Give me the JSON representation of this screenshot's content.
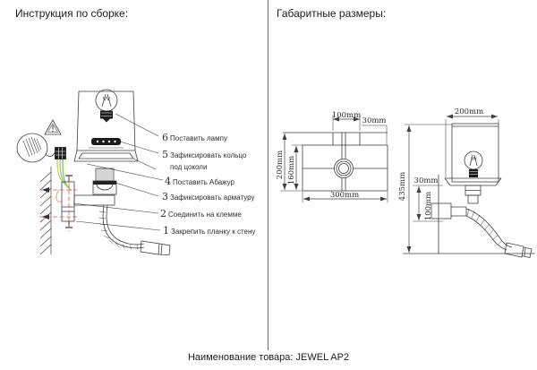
{
  "left_panel": {
    "title": "Инструкция по сборке:",
    "steps": [
      {
        "num": "1",
        "text": "Закрепить планку к стену"
      },
      {
        "num": "2",
        "text": "Соединить на клемме"
      },
      {
        "num": "3",
        "text": "Зафиксировать арматуру"
      },
      {
        "num": "4",
        "text": "Поставить Абажур"
      },
      {
        "num": "5",
        "text": "Зафиксировать кольцо под цоколи"
      },
      {
        "num": "6",
        "text": "Поставить лампу"
      }
    ]
  },
  "right_panel": {
    "title": "Габаритные размеры:",
    "front_view": {
      "shade_width": "300mm",
      "shade_height": "200mm",
      "inner_height": "160mm",
      "bracket_width": "100mm",
      "rim_height": "30mm"
    },
    "side_view": {
      "shade_width": "200mm",
      "total_height": "435mm",
      "wall_gap": "30mm",
      "arm_drop": "100mm"
    }
  },
  "footer": {
    "label": "Наименование товара:",
    "product": "JEWEL AP2"
  },
  "colors": {
    "wire_yellow": "#d9cf3a",
    "wire_blue": "#6ec6e8",
    "wire_green": "#8cc63f",
    "wire_orange": "#e2a268",
    "centerline_red": "#e05252"
  }
}
